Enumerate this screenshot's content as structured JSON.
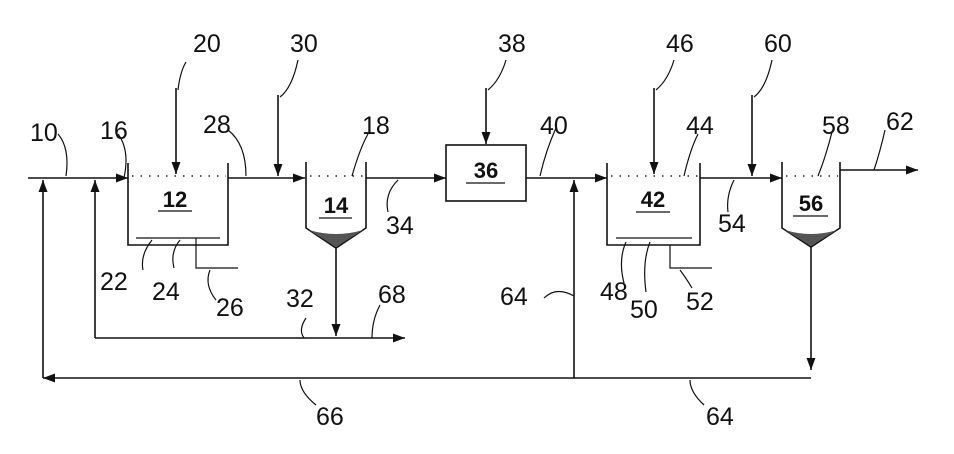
{
  "diagram": {
    "labels": {
      "l10": "10",
      "l16": "16",
      "l20": "20",
      "l28": "28",
      "l30": "30",
      "l18": "18",
      "l38": "38",
      "l40": "40",
      "l46": "46",
      "l44": "44",
      "l60": "60",
      "l58": "58",
      "l62": "62",
      "l22": "22",
      "l24": "24",
      "l26": "26",
      "l32": "32",
      "l68": "68",
      "l34": "34",
      "l64a": "64",
      "l48": "48",
      "l50": "50",
      "l52": "52",
      "l54": "54",
      "l66": "66",
      "l64b": "64"
    },
    "boxes": {
      "b12": "12",
      "b14": "14",
      "b36": "36",
      "b42": "42",
      "b56": "56"
    }
  }
}
